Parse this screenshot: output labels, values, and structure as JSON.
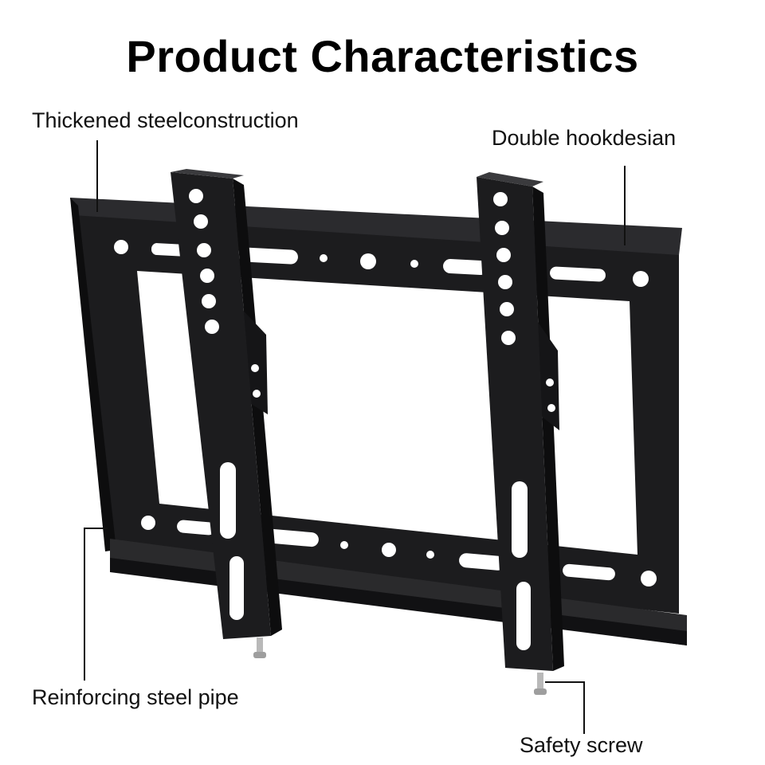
{
  "title": "Product Characteristics",
  "callouts": {
    "thickened_steel": "Thickened steelconstruction",
    "double_hook": "Double hookdesian",
    "reinforcing_pipe": "Reinforcing steel pipe",
    "safety_screw": "Safety screw"
  },
  "colors": {
    "bracket": "#1c1c1e",
    "bracket_edge": "#3a3a3d",
    "bracket_shadow": "#0d0d0e",
    "hole": "#ffffff",
    "screw": "#b9b9b9"
  }
}
